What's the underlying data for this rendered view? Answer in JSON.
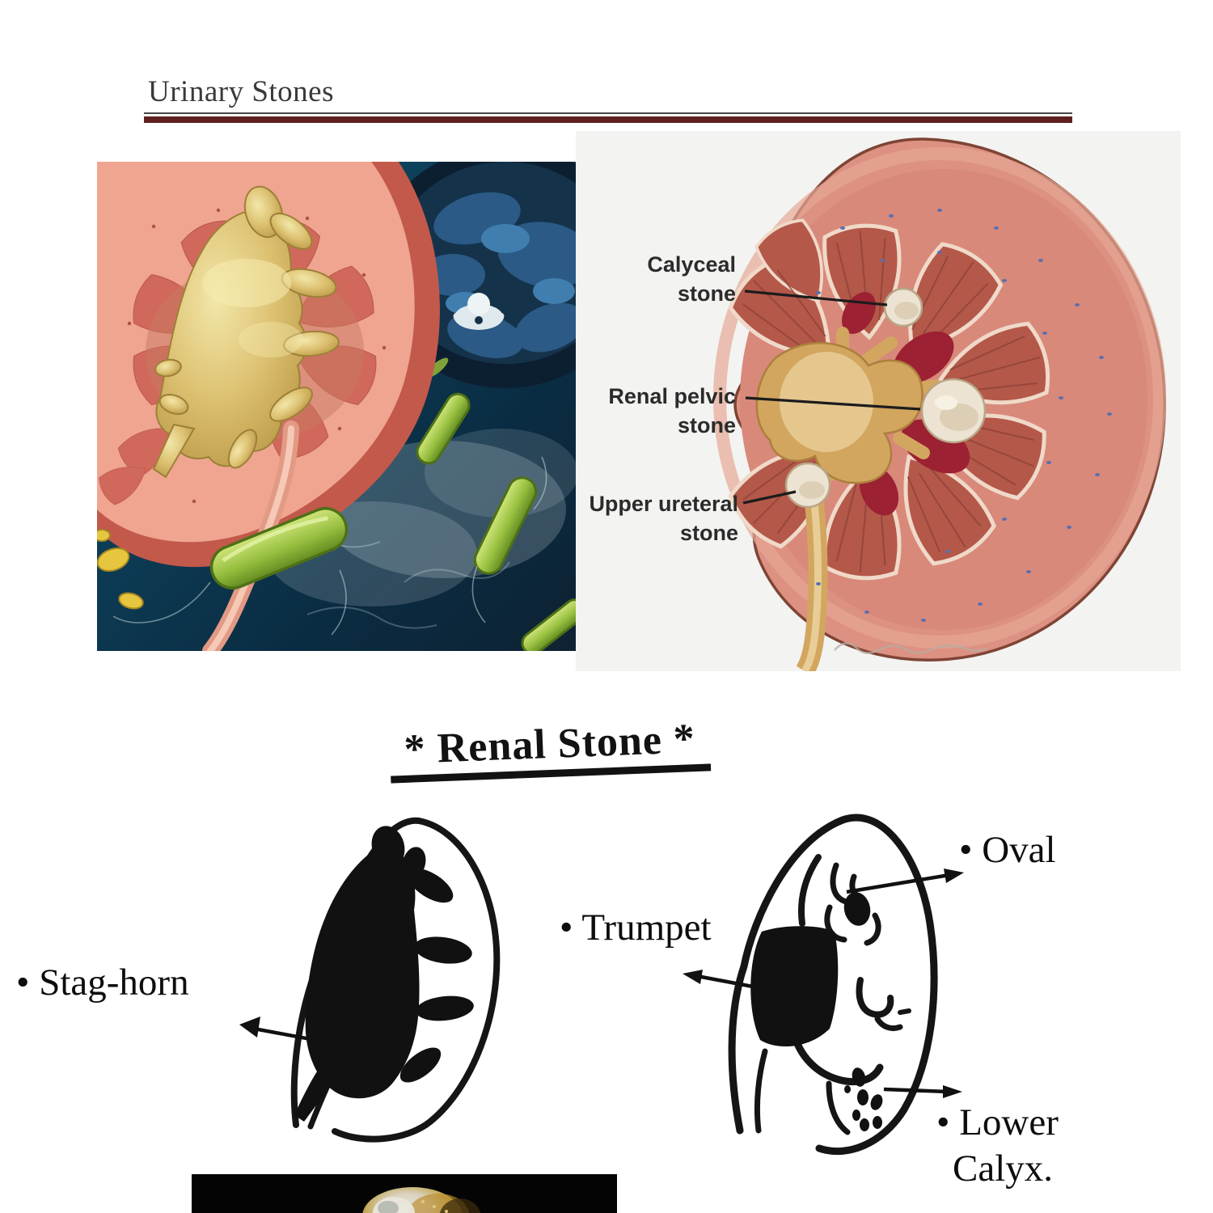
{
  "page": {
    "title": "Urinary Stones",
    "accent_color": "#5f2120"
  },
  "labeled_kidney_diagram": {
    "labels": [
      {
        "line1": "Calyceal",
        "line2": "stone"
      },
      {
        "line1": "Renal pelvic",
        "line2": "stone"
      },
      {
        "line1": "Upper ureteral",
        "line2": "stone"
      }
    ]
  },
  "renal_stone_section": {
    "heading": "* Renal Stone *",
    "stag_horn_label": "• Stag-horn",
    "trumpet_label": "• Trumpet",
    "oval_label": "• Oval",
    "lower_calyx_label": {
      "line1": "• Lower",
      "line2": "Calyx."
    }
  }
}
